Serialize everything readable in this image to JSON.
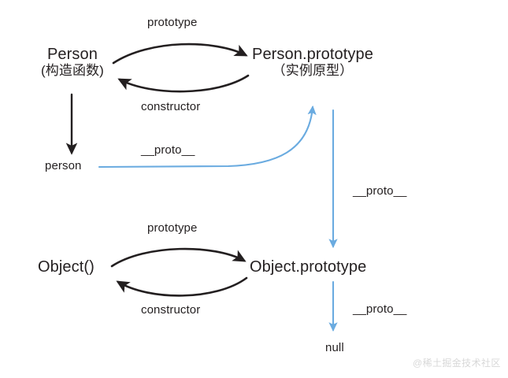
{
  "diagram": {
    "title": "JavaScript prototype chain",
    "background_color": "#ffffff",
    "black_color": "#231f20",
    "blue_color": "#6aabe0",
    "watermark": "@稀土掘金技术社区"
  },
  "nodes": {
    "person_ctor": {
      "line1": "Person",
      "line2": "(构造函数)"
    },
    "person_prototype": {
      "line1": "Person.prototype",
      "line2": "（实例原型）"
    },
    "person_instance": {
      "label": "person"
    },
    "object_ctor": {
      "label": "Object()"
    },
    "object_prototype": {
      "label": "Object.prototype"
    },
    "null_node": {
      "label": "null"
    }
  },
  "edges": [
    {
      "id": "person-to-person-prototype",
      "label": "prototype",
      "from": "Person",
      "to": "Person.prototype",
      "color": "#231f20",
      "style": "curved-arc"
    },
    {
      "id": "person-prototype-to-person",
      "label": "constructor",
      "from": "Person.prototype",
      "to": "Person",
      "color": "#231f20",
      "style": "curved-arc"
    },
    {
      "id": "person-ctor-to-instance",
      "label": "",
      "from": "Person",
      "to": "person",
      "color": "#231f20",
      "style": "straight"
    },
    {
      "id": "instance-to-person-prototype",
      "label": "__proto__",
      "from": "person",
      "to": "Person.prototype",
      "color": "#6aabe0",
      "style": "curved"
    },
    {
      "id": "person-prototype-to-object-prototype",
      "label": "__proto__",
      "from": "Person.prototype",
      "to": "Object.prototype",
      "color": "#6aabe0",
      "style": "straight"
    },
    {
      "id": "object-to-object-prototype",
      "label": "prototype",
      "from": "Object()",
      "to": "Object.prototype",
      "color": "#231f20",
      "style": "curved-arc"
    },
    {
      "id": "object-prototype-to-object",
      "label": "constructor",
      "from": "Object.prototype",
      "to": "Object()",
      "color": "#231f20",
      "style": "curved-arc"
    },
    {
      "id": "object-prototype-to-null",
      "label": "__proto__",
      "from": "Object.prototype",
      "to": "null",
      "color": "#6aabe0",
      "style": "straight"
    }
  ],
  "edge_labels": {
    "prototype_top": "prototype",
    "constructor_top": "constructor",
    "proto_instance": "__proto__",
    "proto_chain_mid": "__proto__",
    "prototype_bottom": "prototype",
    "constructor_bottom": "constructor",
    "proto_chain_null": "__proto__"
  }
}
